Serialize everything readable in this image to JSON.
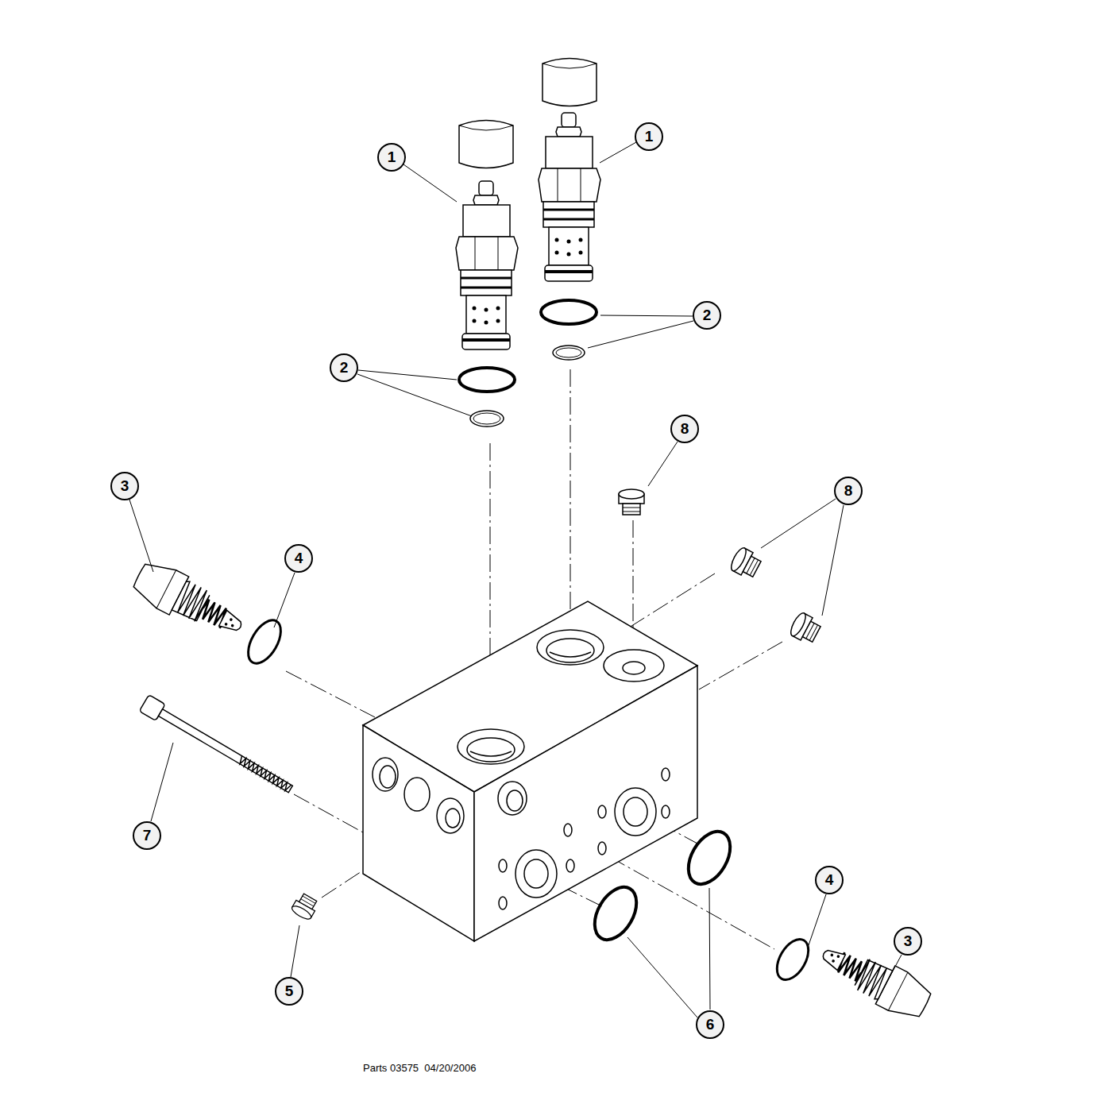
{
  "diagram": {
    "labels": [
      "1",
      "1",
      "2",
      "2",
      "8",
      "3",
      "8",
      "4",
      "7",
      "4",
      "3",
      "5",
      "6",
      "Parts 03575  04/20/2006"
    ]
  }
}
